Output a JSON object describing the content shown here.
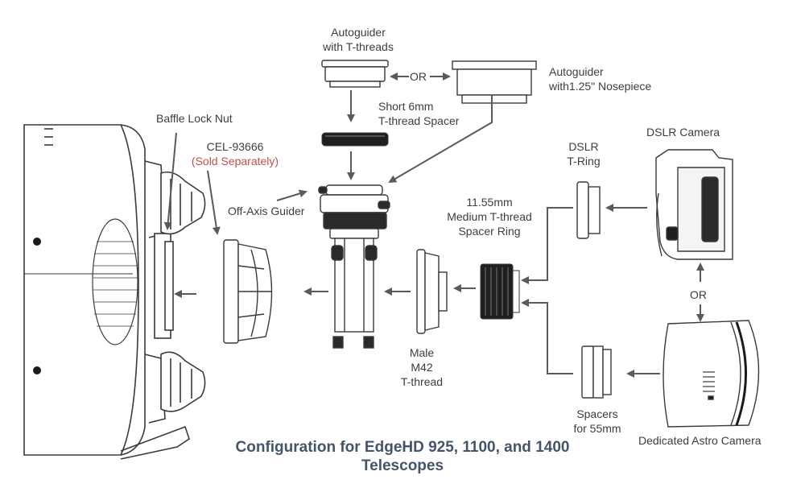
{
  "labels": {
    "autoguider_t": [
      "Autoguider",
      "with T-threads"
    ],
    "or_top": "OR",
    "autoguider_125": [
      "Autoguider",
      "with1.25\" Nosepiece"
    ],
    "baffle_lock_nut": "Baffle Lock Nut",
    "short_spacer": [
      "Short 6mm",
      "T-thread Spacer"
    ],
    "cel_part": "CEL-93666",
    "sold_separately": "(Sold Separately)",
    "off_axis_guider": "Off-Axis Guider",
    "dslr_camera": "DSLR Camera",
    "dslr_tring": [
      "DSLR",
      "T-Ring"
    ],
    "medium_spacer": [
      "11.55mm",
      "Medium T-thread",
      "Spacer Ring"
    ],
    "or_right": "OR",
    "male_m42": [
      "Male",
      "M42",
      "T-thread"
    ],
    "spacers_55": [
      "Spacers",
      "for 55mm"
    ],
    "astro_camera": "Dedicated Astro Camera"
  },
  "caption": [
    "Configuration for EdgeHD 925, 1100, and 1400",
    "Telescopes"
  ],
  "colors": {
    "line": "#3a3a3a",
    "arrow": "#5a5a5a",
    "accent_red": "#c0504d",
    "caption": "#44546a"
  }
}
